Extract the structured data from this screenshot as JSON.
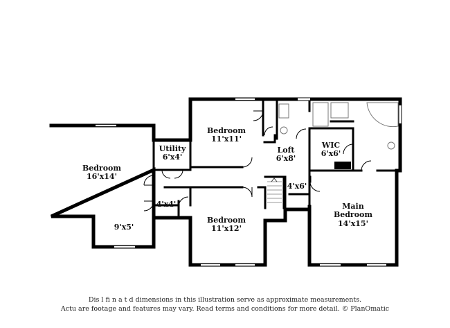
{
  "rooms": [
    {
      "id": "bedroom-left",
      "name": "Bedroom",
      "size": "16'x14'"
    },
    {
      "id": "closet-left",
      "name": "",
      "size": "9'x5'"
    },
    {
      "id": "utility",
      "name": "Utility",
      "size": "6'x4'"
    },
    {
      "id": "closet-hall",
      "name": "",
      "size": "4'x4'"
    },
    {
      "id": "bedroom-top",
      "name": "Bedroom",
      "size": "11'x11'"
    },
    {
      "id": "bedroom-bottom",
      "name": "Bedroom",
      "size": "11'x12'"
    },
    {
      "id": "loft",
      "name": "Loft",
      "size": "6'x8'"
    },
    {
      "id": "stair-closet",
      "name": "",
      "size": "4'x6'"
    },
    {
      "id": "wic",
      "name": "WIC",
      "size": "6'x6'"
    },
    {
      "id": "main-bedroom",
      "name": "Main Bedroom",
      "size": "14'x15'"
    }
  ],
  "disclaimer": {
    "line1": "Dis     l  fi  n  a   t  d dimensions in this illustration serve as approximate measurements.",
    "line2": "Actu    are footage and features may vary. Read terms and conditions for more detail. © PlanOmatic"
  },
  "colors": {
    "wall": "#000000",
    "fixture": "#777777",
    "background": "#ffffff"
  }
}
